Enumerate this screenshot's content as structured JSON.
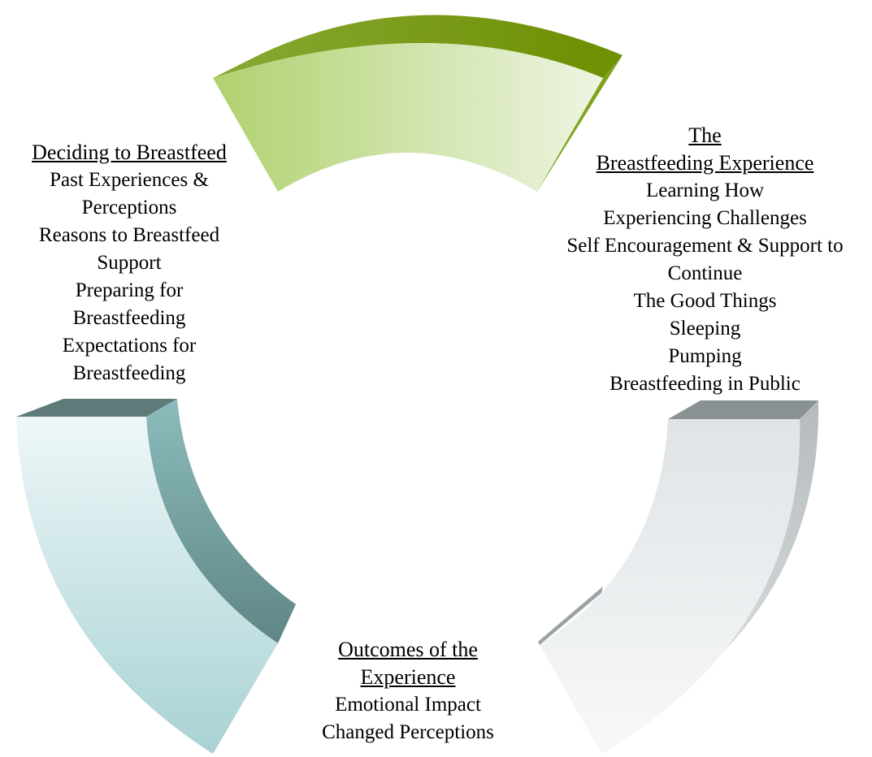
{
  "colors": {
    "green_light": "#b0d16f",
    "green_fade": "#eef5e3",
    "green_dark": "#6d8f00",
    "teal_light": "#aed4d6",
    "teal_fade": "#eef7f8",
    "teal_dark": "#5f8685",
    "grey_light": "#dfe4e6",
    "grey_fade": "#f4f6f7",
    "grey_dark": "#848b8d",
    "text": "#000000"
  },
  "segments": [
    {
      "name": "deciding",
      "color": "green",
      "icon": "green-arc-segment"
    },
    {
      "name": "experience",
      "color": "grey",
      "icon": "grey-arc-segment"
    },
    {
      "name": "outcomes",
      "color": "teal",
      "icon": "teal-arc-segment"
    }
  ],
  "deciding": {
    "heading": "Deciding to Breastfeed",
    "lines": [
      "Past Experiences &",
      "Perceptions",
      "Reasons to Breastfeed",
      "Support",
      "Preparing for",
      "Breastfeeding",
      "Expectations for",
      "Breastfeeding"
    ]
  },
  "experience": {
    "heading_line1": "The",
    "heading_line2": "Breastfeeding Experience",
    "lines": [
      "Learning How",
      "Experiencing Challenges",
      "Self Encouragement & Support to",
      "Continue",
      "The Good Things",
      "Sleeping",
      "Pumping",
      "Breastfeeding in Public"
    ]
  },
  "outcomes": {
    "heading_line1": "Outcomes of the",
    "heading_line2": "Experience",
    "lines": [
      "Emotional Impact",
      "Changed Perceptions"
    ]
  }
}
